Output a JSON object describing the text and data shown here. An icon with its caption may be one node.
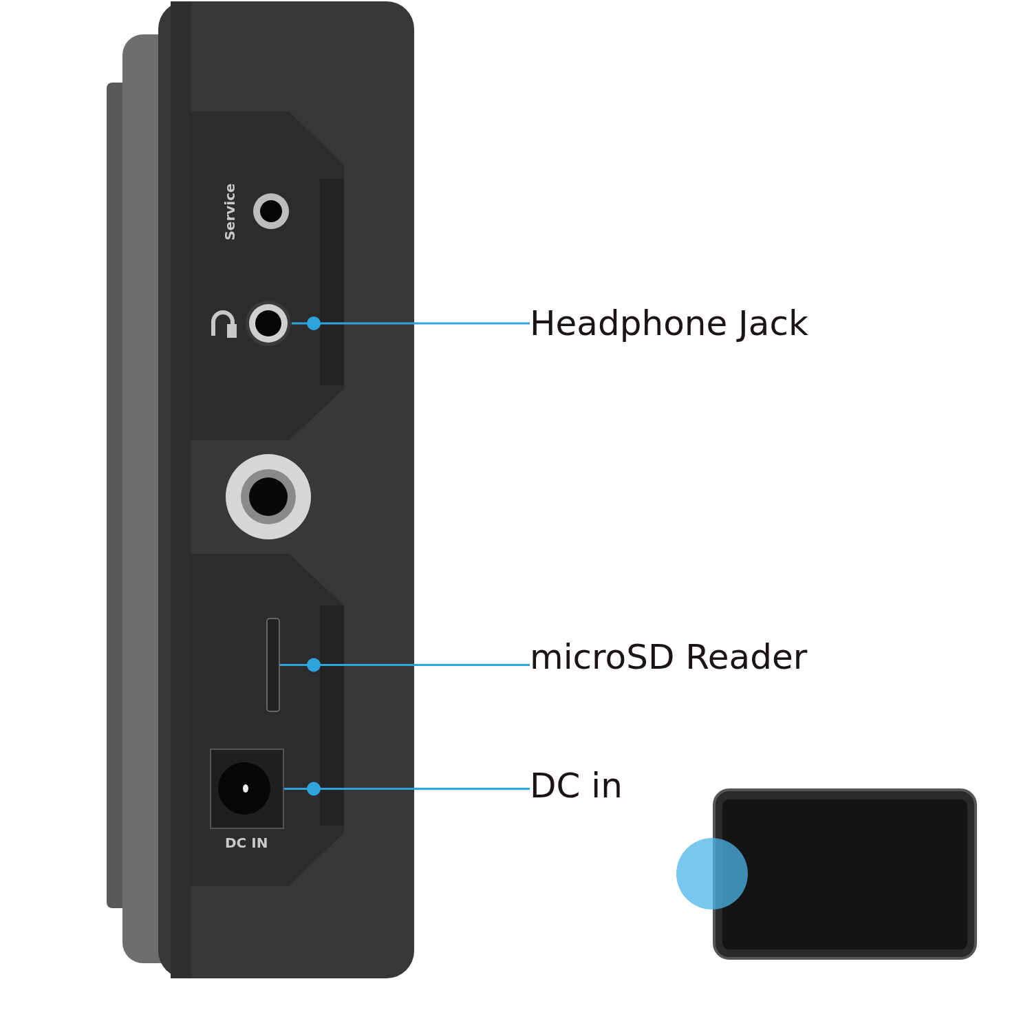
{
  "diagram": {
    "nodes": [
      {
        "text": [
          "Headphone Jack"
        ]
      },
      {
        "text": [
          "microSD Reader"
        ]
      },
      {
        "text": [
          "DC in"
        ]
      },
      {
        "text": [],
        "shape": "circle"
      },
      {
        "text": [],
        "shape": "bar"
      },
      {
        "text": [],
        "shape": "box"
      }
    ],
    "edges": [
      {
        "from": 0,
        "to": 3,
        "arrow": "none"
      },
      {
        "from": 1,
        "to": 4,
        "arrow": "none"
      },
      {
        "from": 2,
        "to": 5,
        "arrow": "none"
      }
    ],
    "labels": [
      "Service",
      "DC IN"
    ]
  }
}
